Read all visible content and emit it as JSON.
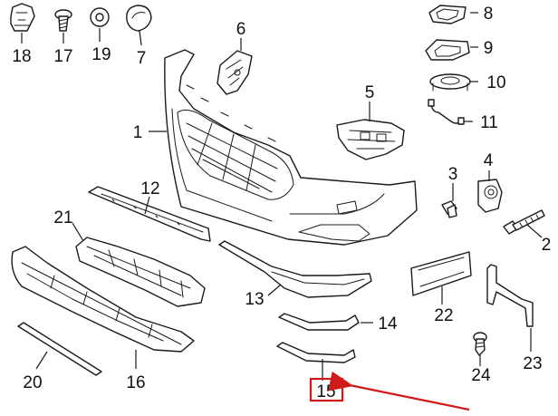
{
  "callouts": {
    "c1": "1",
    "c2": "2",
    "c3": "3",
    "c4": "4",
    "c5": "5",
    "c6": "6",
    "c7": "7",
    "c8": "8",
    "c9": "9",
    "c10": "10",
    "c11": "11",
    "c12": "12",
    "c13": "13",
    "c14": "14",
    "c15": "15",
    "c16": "16",
    "c17": "17",
    "c18": "18",
    "c19": "19",
    "c20": "20",
    "c21": "21",
    "c22": "22",
    "c23": "23",
    "c24": "24"
  },
  "highlight": {
    "callout": "15",
    "box_color": "#d01a1a",
    "arrow_color": "#d01a1a"
  }
}
